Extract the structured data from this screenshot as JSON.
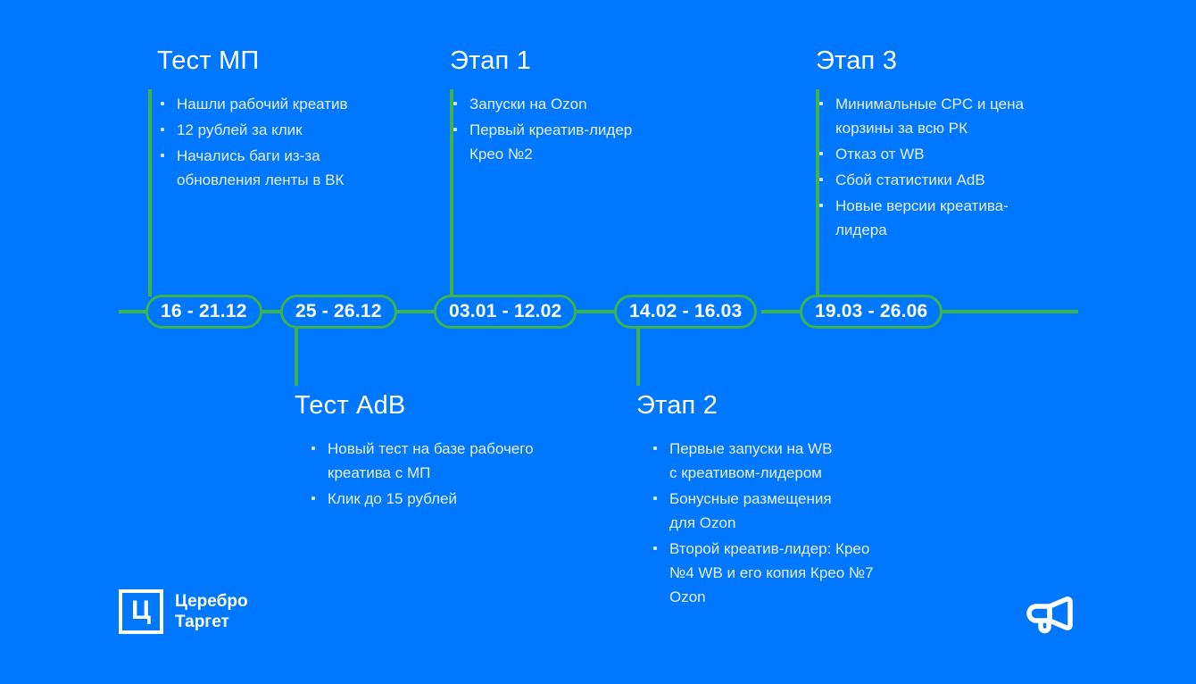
{
  "theme": {
    "background": "#0077ff",
    "accent_green": "#3cb44a",
    "heading_color": "#ffffff",
    "body_color": "#e6efff"
  },
  "timeline": {
    "pills": [
      {
        "label": "16 - 21.12"
      },
      {
        "label": "25 - 26.12"
      },
      {
        "label": "03.01 - 12.02"
      },
      {
        "label": "14.02 - 16.03"
      },
      {
        "label": "19.03 - 26.06"
      }
    ]
  },
  "blocks": {
    "test_mp": {
      "title": "Тест МП",
      "items": [
        "Нашли рабочий креатив",
        "12 рублей за клик",
        "Начались баги из-за обновления ленты в ВК"
      ]
    },
    "stage_1": {
      "title": "Этап 1",
      "items": [
        "Запуски на Ozon",
        "Первый креатив-лидер Крео №2"
      ]
    },
    "stage_3": {
      "title": "Этап 3",
      "items": [
        "Минимальные CPC и цена корзины за всю РК",
        "Отказ от WB",
        "Сбой статистики AdB",
        "Новые версии креатива-лидера"
      ]
    },
    "test_adb": {
      "title": "Тест AdB",
      "items": [
        "Новый тест на базе рабочего креатива с МП",
        "Клик до 15 рублей"
      ]
    },
    "stage_2": {
      "title": "Этап 2",
      "items": [
        "Первые запуски на WB с креативом-лидером",
        "Бонусные размещения для Ozon",
        "Второй креатив-лидер: Крео №4 WB и его копия Крео №7 Ozon"
      ]
    }
  },
  "branding": {
    "mark_letter": "Ц",
    "name_line1": "Церебро",
    "name_line2": "Таргет",
    "corner_icon": "megaphone-icon"
  }
}
